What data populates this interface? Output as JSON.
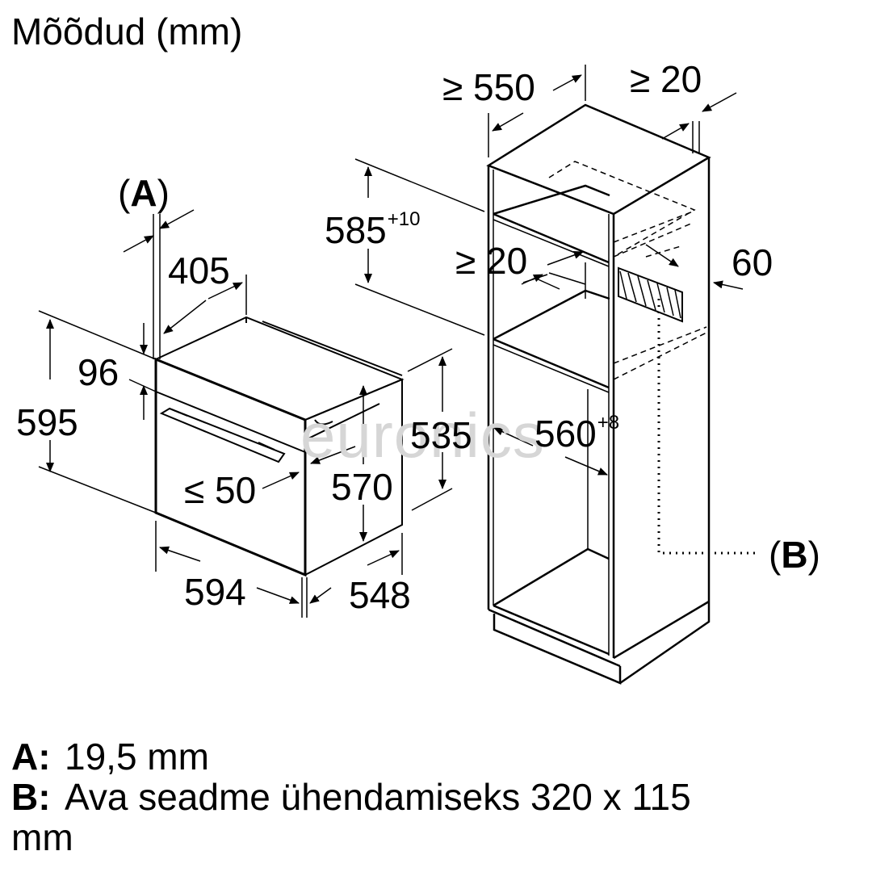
{
  "title": "Mõõdud (mm)",
  "watermark": "euronics",
  "oven": {
    "label_a": "A",
    "dim_405": "405",
    "dim_96": "96",
    "dim_595": "595",
    "dim_le50": "≤ 50",
    "dim_570": "570",
    "dim_535": "535",
    "dim_594": "594",
    "dim_548": "548"
  },
  "cabinet": {
    "dim_ge550": "≥ 550",
    "dim_ge20_top": "≥ 20",
    "dim_585": "585",
    "dim_585_tol": "+10",
    "dim_ge20_mid": "≥ 20",
    "dim_60": "60",
    "dim_560": "560",
    "dim_560_tol": "+8",
    "label_b": "B"
  },
  "legend": [
    {
      "key": "A:",
      "text": "19,5 mm"
    },
    {
      "key": "B:",
      "text": "Ava seadme ühendamiseks 320 x 115",
      "cont": "mm"
    }
  ]
}
